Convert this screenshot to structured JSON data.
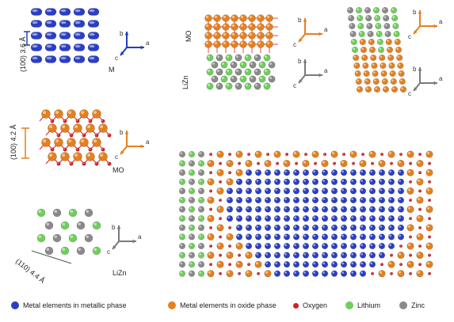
{
  "labels": {
    "m_spacing": "(100) 3.6 Å",
    "m_name": "M",
    "mo_spacing": "(100) 4.2 Å",
    "mo_name": "MO",
    "lizn_spacing": "(110) 4.4 Å",
    "lizn_name": "LiZn",
    "stack_mo": "MO",
    "stack_lizn": "LiZn"
  },
  "axes": {
    "a": "a",
    "b": "b",
    "c": "c"
  },
  "legend": [
    {
      "label": "Metal elements in metallic phase",
      "color": "#2a3fc4"
    },
    {
      "label": "Metal elements in oxide phase",
      "color": "#e5801e"
    },
    {
      "label": "Oxygen",
      "color": "#d61f26"
    },
    {
      "label": "Lithium",
      "color": "#6fcf5b"
    },
    {
      "label": "Zinc",
      "color": "#8a8a8a"
    }
  ],
  "colors": {
    "metal": "#2a3fc4",
    "oxide": "#e5801e",
    "oxygen": "#d61f26",
    "lithium": "#6fcf5b",
    "zinc": "#8a8a8a",
    "axis_blue": "#1f3fbf",
    "axis_orange": "#e5801e",
    "axis_gray": "#7a7a7a"
  }
}
